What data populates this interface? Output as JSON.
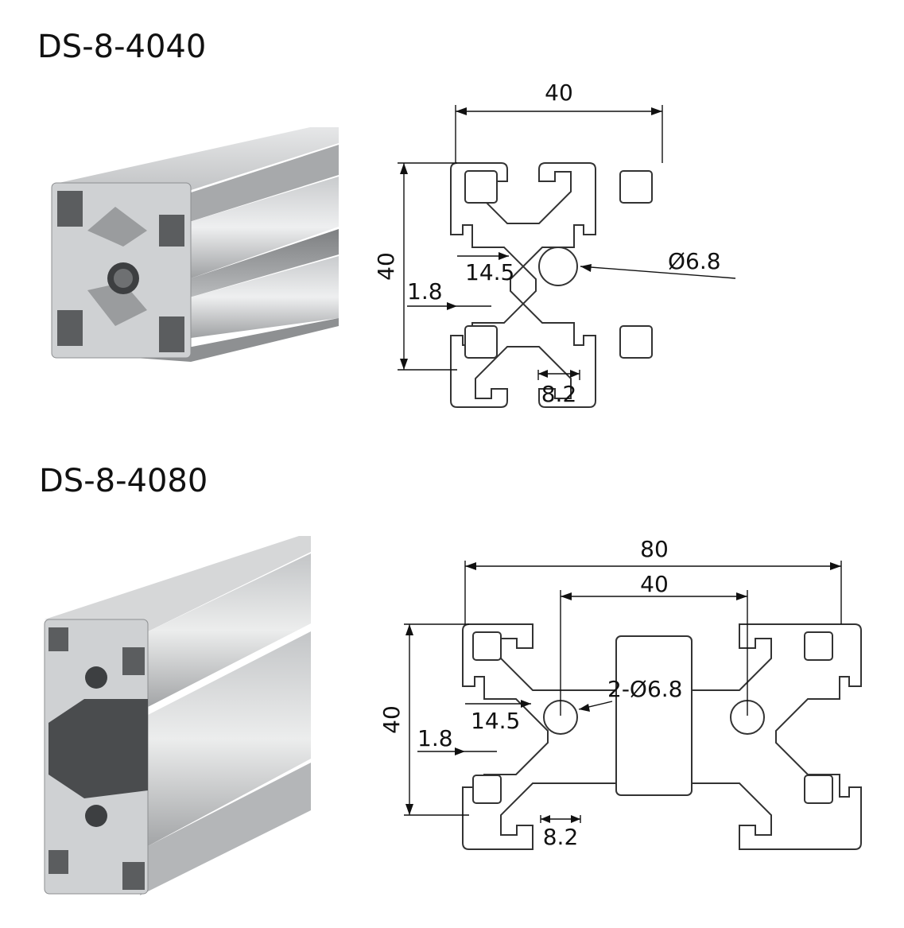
{
  "products": [
    {
      "title": "DS-8-4040",
      "dims": {
        "width": "40",
        "height": "40",
        "center_bore": "Ø6.8",
        "slot_depth": "14.5",
        "wall": "1.8",
        "slot_width": "8.2"
      }
    },
    {
      "title": "DS-8-4080",
      "dims": {
        "width": "80",
        "pitch": "40",
        "height": "40",
        "bores": "2-Ø6.8",
        "slot_depth": "14.5",
        "wall": "1.8",
        "slot_width": "8.2"
      }
    }
  ],
  "colors": {
    "metal_light": "#d9dadb",
    "metal_mid": "#a9abad",
    "metal_dark": "#5d5f61",
    "line": "#333333"
  }
}
